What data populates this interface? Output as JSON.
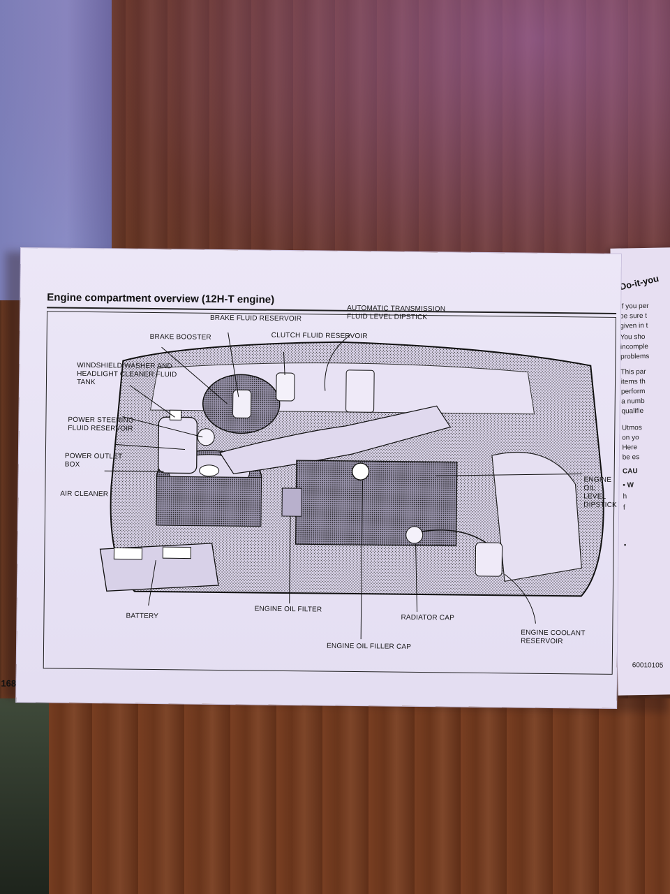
{
  "page": {
    "title": "Engine compartment overview (12H-T engine)",
    "page_number": "168",
    "figure_code": "60010105"
  },
  "labels": {
    "brake_fluid_reservoir": "BRAKE FLUID RESERVOIR",
    "automatic_transmission_dipstick": "AUTOMATIC TRANSMISSION\nFLUID LEVEL DIPSTICK",
    "brake_booster": "BRAKE BOOSTER",
    "clutch_fluid_reservoir": "CLUTCH FLUID RESERVOIR",
    "washer_tank": "WINDSHIELD WASHER AND\nHEADLIGHT CLEANER FLUID\nTANK",
    "power_steering_reservoir": "POWER STEERING\nFLUID RESERVOIR",
    "power_outlet_box": "POWER OUTLET\nBOX",
    "air_cleaner": "AIR CLEANER",
    "engine_oil_dipstick": "ENGINE OIL\nLEVEL DIPSTICK",
    "battery": "BATTERY",
    "engine_oil_filter": "ENGINE OIL FILTER",
    "radiator_cap": "RADIATOR CAP",
    "engine_oil_filler_cap": "ENGINE OIL FILLER CAP",
    "engine_coolant_reservoir": "ENGINE COOLANT\nRESERVOIR"
  },
  "right_page": {
    "title": "Do-it-you",
    "lines": [
      "If you per",
      "be sure t",
      "given in t",
      "You sho",
      "incomple",
      "problems",
      "This par",
      "items th",
      "perform",
      "a numb",
      "qualifie",
      "Utmos",
      "on yo",
      "Here",
      "be es",
      "CAU",
      "• W",
      "  h",
      "  f",
      "•"
    ]
  }
}
